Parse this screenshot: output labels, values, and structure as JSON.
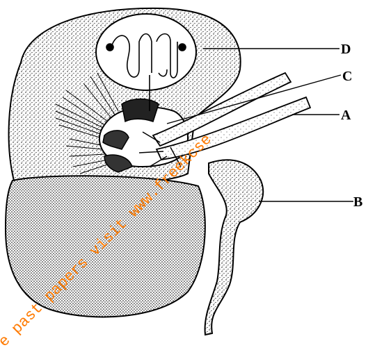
{
  "labels": {
    "a": "A",
    "b": "B",
    "c": "C",
    "d": "D"
  },
  "watermark": "e past papers visit www.freekcse",
  "colors": {
    "line": "#000000",
    "watermark": "#ff7a00",
    "background": "#ffffff"
  }
}
